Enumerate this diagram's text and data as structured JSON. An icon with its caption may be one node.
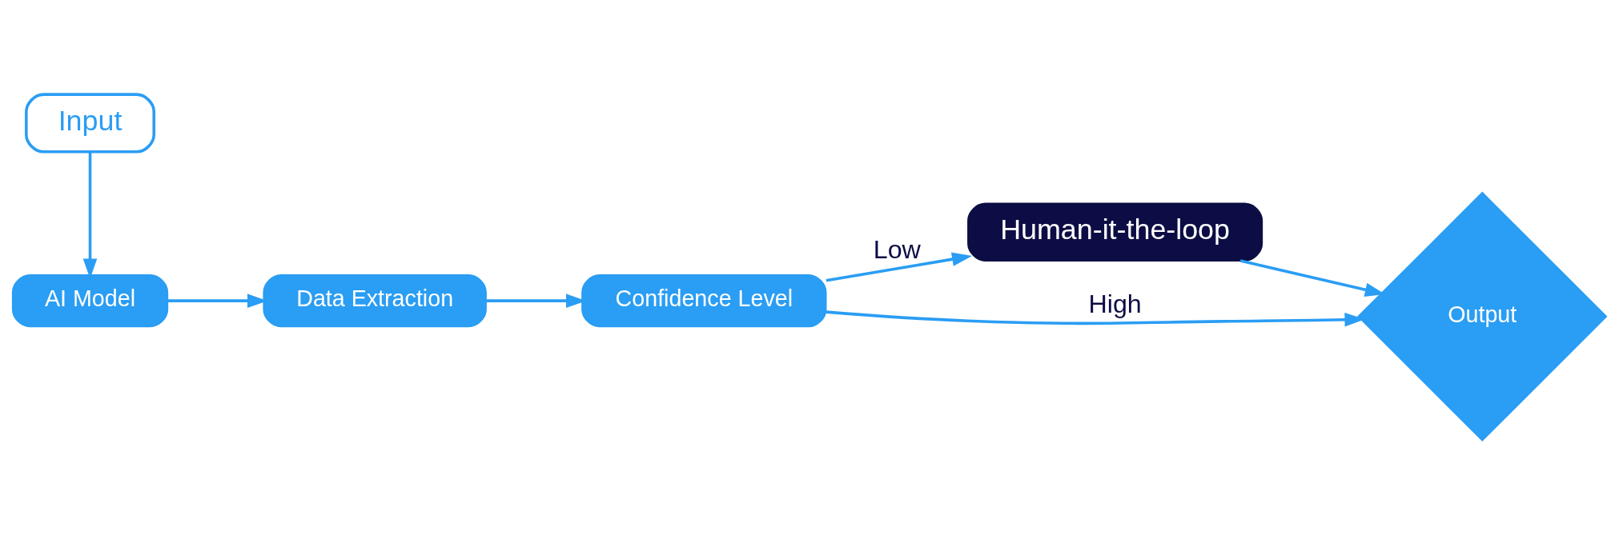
{
  "diagram": {
    "nodes": [
      {
        "text": [
          "Input"
        ]
      },
      {
        "text": [
          "AI Model"
        ]
      },
      {
        "text": [
          "Data Extraction"
        ]
      },
      {
        "text": [
          "Confidence Level"
        ]
      },
      {
        "text": [
          "Human-it-the-loop"
        ]
      },
      {
        "text": [
          "Output"
        ]
      }
    ],
    "edges": [
      {
        "from": 0,
        "to": 1,
        "arrow": "to"
      },
      {
        "from": 1,
        "to": 2,
        "arrow": "to"
      },
      {
        "from": 2,
        "to": 3,
        "arrow": "to"
      },
      {
        "from": 3,
        "to": 4,
        "arrow": "to",
        "label": "Low"
      },
      {
        "from": 3,
        "to": 5,
        "arrow": "to",
        "label": "High"
      },
      {
        "from": 4,
        "to": 5,
        "arrow": "to"
      }
    ]
  }
}
